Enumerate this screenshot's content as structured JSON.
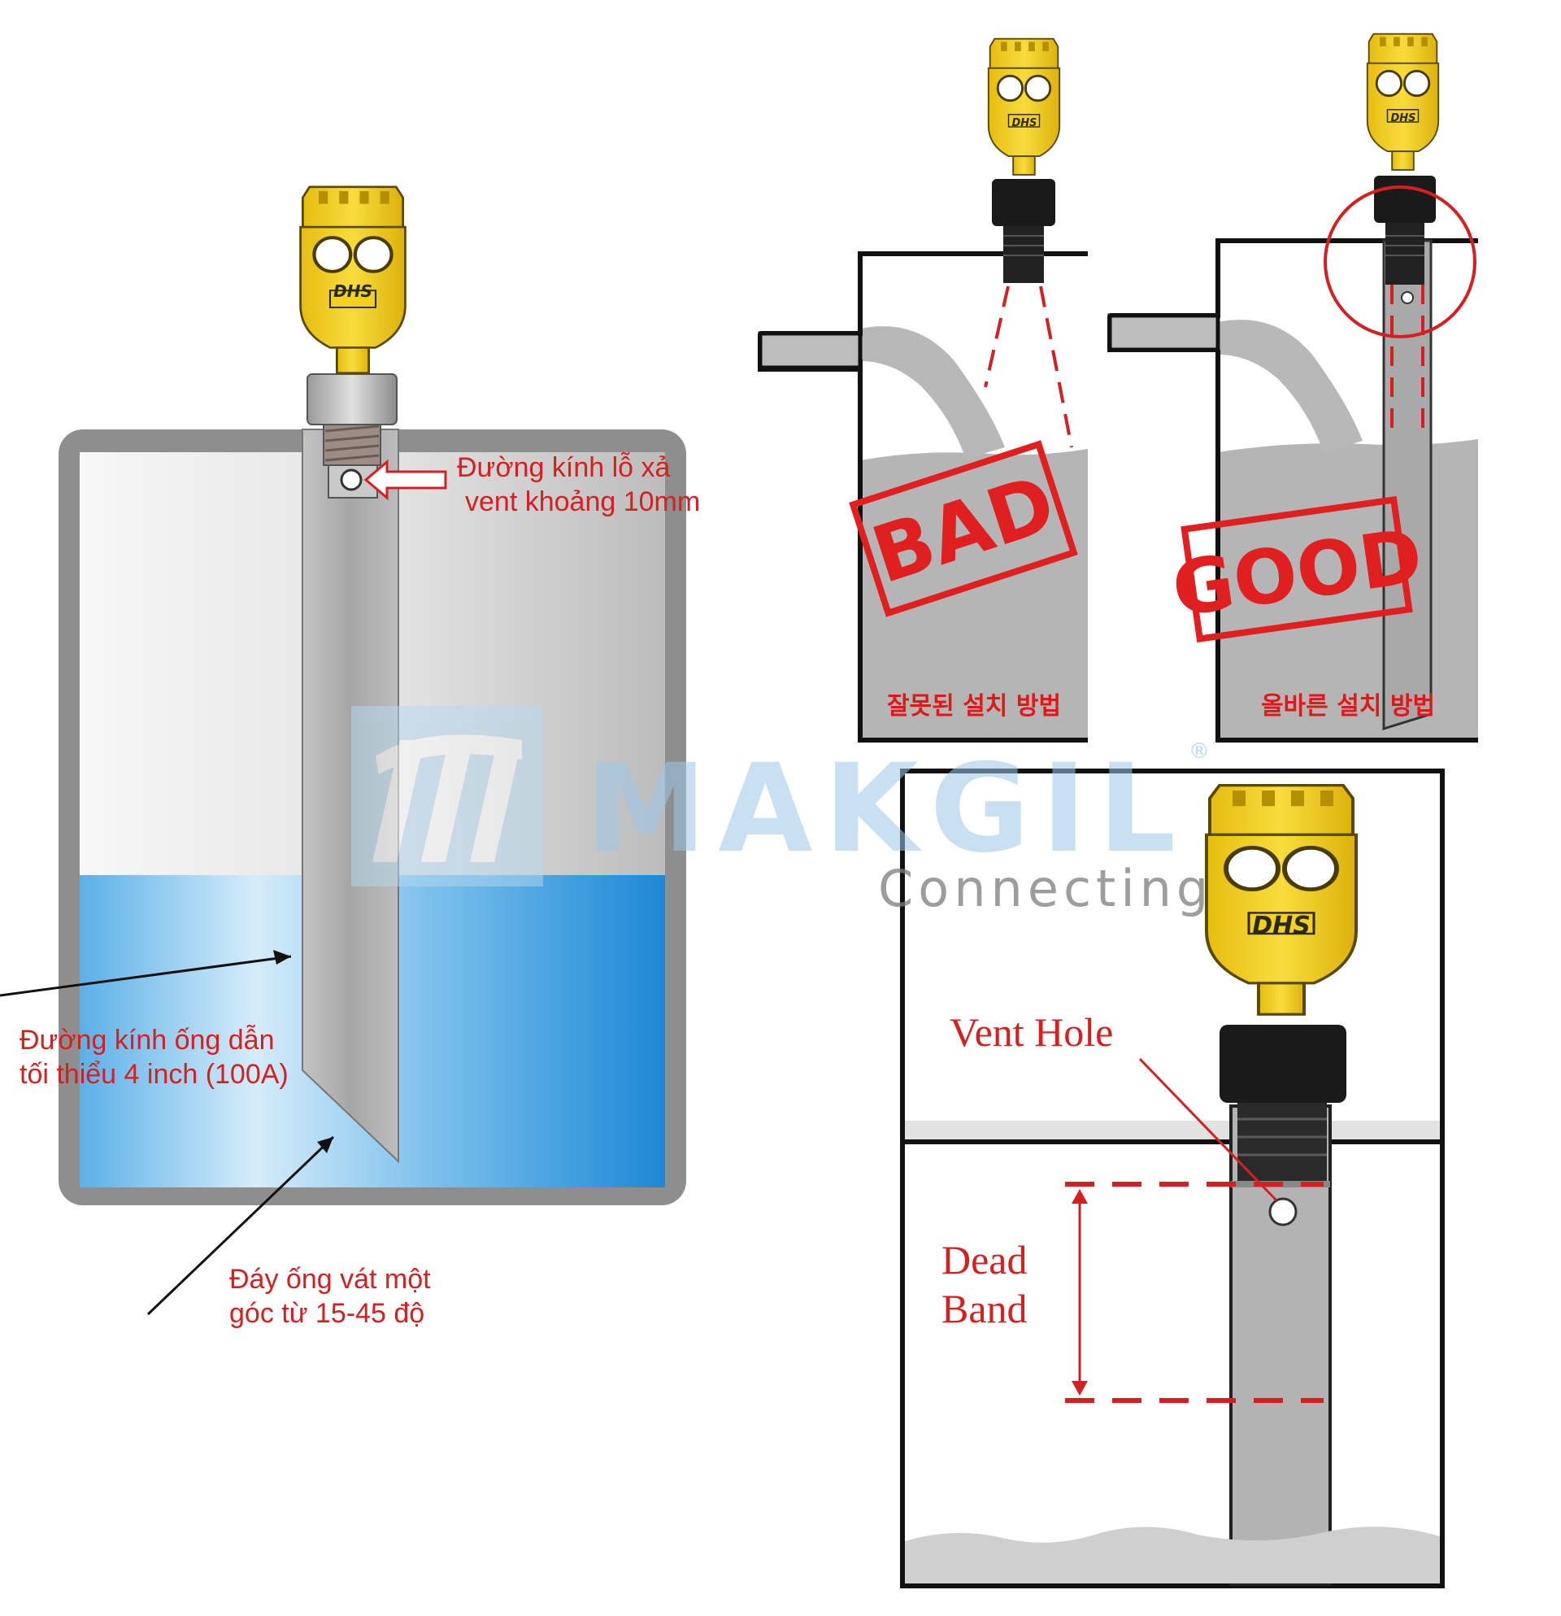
{
  "labels": {
    "vent_diameter_line1": "Đường kính lỗ xả",
    "vent_diameter_line2": "vent khoảng 10mm",
    "pipe_diameter_line1": "Đường kính ống dẫn",
    "pipe_diameter_line2": "tối thiểu 4 inch (100A)",
    "pipe_bottom_line1": "Đáy ống vát một",
    "pipe_bottom_line2": "góc từ 15-45 độ",
    "vent_hole": "Vent Hole",
    "dead_band_line1": "Dead",
    "dead_band_line2": "Band"
  },
  "panels": {
    "bad": {
      "stamp": "BAD",
      "caption": "잘못된 설치 방법"
    },
    "good": {
      "stamp": "GOOD",
      "caption": "올바른 설치 방법"
    }
  },
  "sensor": {
    "brand": "DHS"
  },
  "watermark": {
    "name": "MAKGIL",
    "tagline": "Connecting",
    "registered": "®"
  },
  "colors": {
    "sensor_body": "#f2cf1b",
    "annotation": "#d42020",
    "water": "#2b95dc",
    "pipe": "#a9a9a9"
  }
}
